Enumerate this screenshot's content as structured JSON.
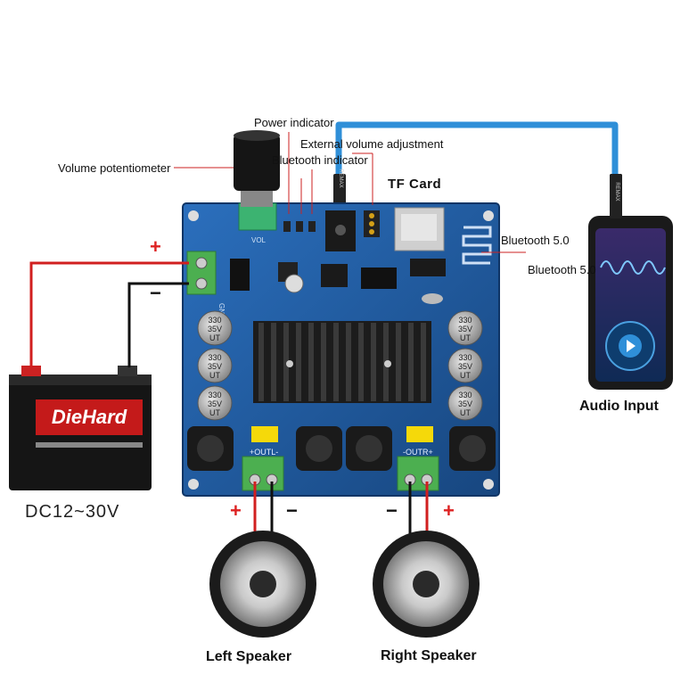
{
  "labels": {
    "power_indicator": "Power indicator",
    "external_volume": "External volume adjustment",
    "volume_pot": "Volume potentiometer",
    "bt_indicator": "Bluetooth indicator",
    "tf_card": "TF Card",
    "bt_a": "Bluetooth 5.0",
    "bt_b": "Bluetooth 5.0",
    "audio_input": "Audio Input",
    "dc_range": "DC12~30V",
    "left_speaker": "Left Speaker",
    "right_speaker": "Right Speaker"
  },
  "signs": {
    "plus": "+",
    "minus": "−"
  },
  "battery": {
    "brand": "DieHard"
  },
  "board": {
    "cap_value": "330",
    "cap_voltage": "35V",
    "cap_series": "UT",
    "outl": "+OUTL-",
    "outr": "-OUTR+",
    "vol": "VOL",
    "gnd": "GND"
  },
  "phone": {
    "brand": "REMAX"
  },
  "colors": {
    "board": "#1f5ea8",
    "cable": "#2f8fd8",
    "wire_red": "#d11f1f",
    "wire_black": "#111111",
    "terminal": "#4caf50"
  }
}
